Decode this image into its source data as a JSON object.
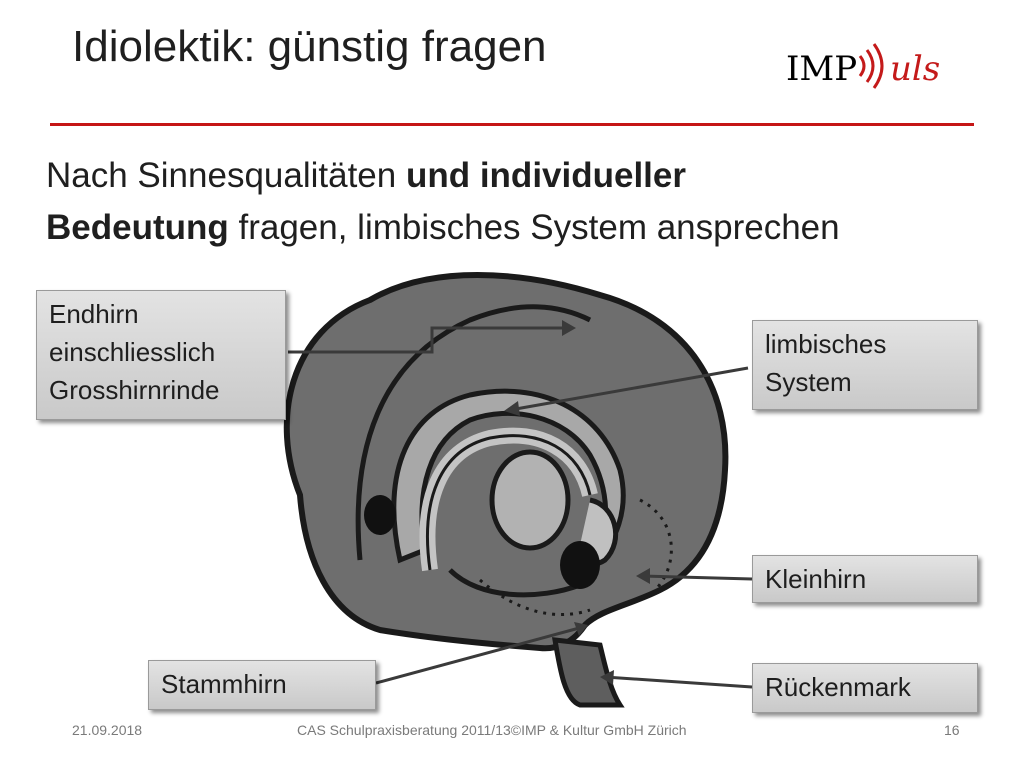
{
  "slide": {
    "title": "Idiolektik: günstig fragen",
    "logo_prefix": "IMP",
    "logo_suffix": "uls",
    "subtitle_1": "Nach Sinnesqualitäten ",
    "subtitle_bold_1": "und individueller",
    "subtitle_bold_2": "Bedeutung",
    "subtitle_2": " fragen, limbisches System ansprechen"
  },
  "labels": {
    "endhirn": [
      "Endhirn",
      "einschliesslich",
      "Grosshirnrinde"
    ],
    "limbisch": [
      "limbisches",
      "System"
    ],
    "kleinhirn": "Kleinhirn",
    "stammhirn": "Stammhirn",
    "rueckenmark": "Rückenmark"
  },
  "footer": {
    "date": "21.09.2018",
    "center": "CAS Schulpraxisberatung 2011/13©IMP & Kultur GmbH Zürich",
    "page": "16"
  },
  "colors": {
    "accent": "#c51616",
    "brain_outer": "#707070",
    "brain_inner": "#9a9a9a",
    "brain_light": "#bdbdbd"
  }
}
